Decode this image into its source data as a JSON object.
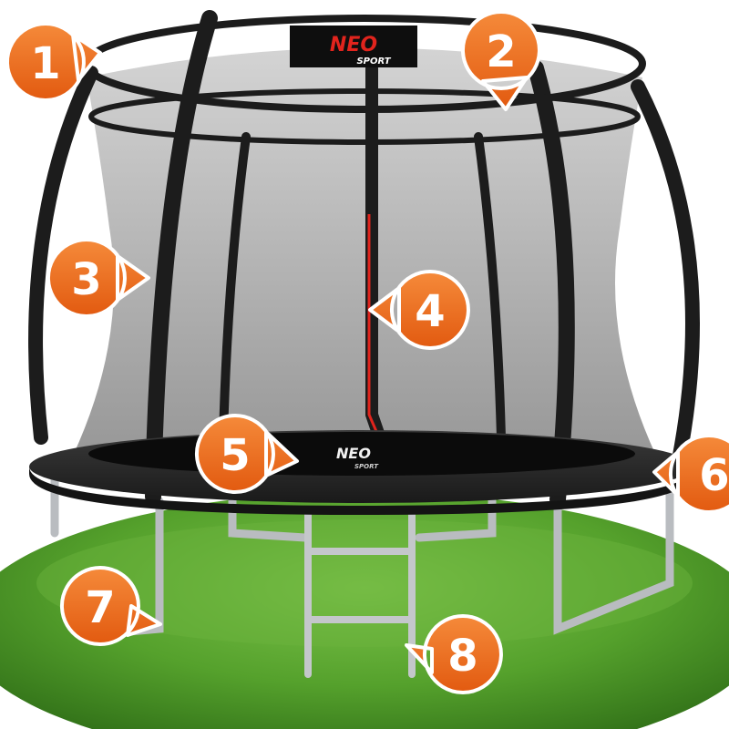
{
  "brand": {
    "name": "NEO",
    "sub": "SPORT"
  },
  "callouts": [
    {
      "number": "1"
    },
    {
      "number": "2"
    },
    {
      "number": "3"
    },
    {
      "number": "4"
    },
    {
      "number": "5"
    },
    {
      "number": "6"
    },
    {
      "number": "7"
    },
    {
      "number": "8"
    }
  ],
  "colors": {
    "callout_fill": "#f06a1a",
    "callout_stroke": "#ffffff",
    "brand_red": "#e1241d",
    "grass": "#4f9a2a",
    "frame": "#1c1c1c",
    "net": "#9a9a9a",
    "steel": "#b9bcc0"
  },
  "icons": {
    "callout_shape": "teardrop-pin-icon"
  }
}
